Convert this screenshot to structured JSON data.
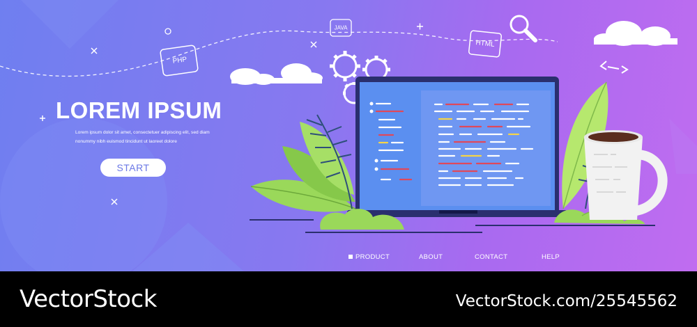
{
  "hero": {
    "title": "LOREM IPSUM",
    "subtitle": "Lorem ipsum dolor sit amet, consectetuer adipiscing elit, sed diam nonummy nibh euismod tincidunt ut laoreet dolore",
    "start_label": "START"
  },
  "tags": {
    "php": "PHP",
    "java": "JAVA",
    "html": "HTML"
  },
  "nav": {
    "items": [
      {
        "label": "PRODUCT"
      },
      {
        "label": "ABOUT"
      },
      {
        "label": "CONTACT"
      },
      {
        "label": "HELP"
      }
    ]
  },
  "footer": {
    "brand": "VectorStock",
    "image_id": "VectorStock.com/25545562"
  },
  "colors": {
    "background_start": "#6f7ff0",
    "background_end": "#c06cf0",
    "screen": "#5b8ff0",
    "laptop_frame": "#2a2f6e",
    "leaf_green": "#9ad85a",
    "code_red": "#e0485a",
    "code_yellow": "#f5d447",
    "code_white": "#ffffff"
  },
  "icons": [
    "gear-icon",
    "magnifier-icon",
    "code-brackets-icon",
    "cloud-icon",
    "cross-icon",
    "circle-icon"
  ]
}
